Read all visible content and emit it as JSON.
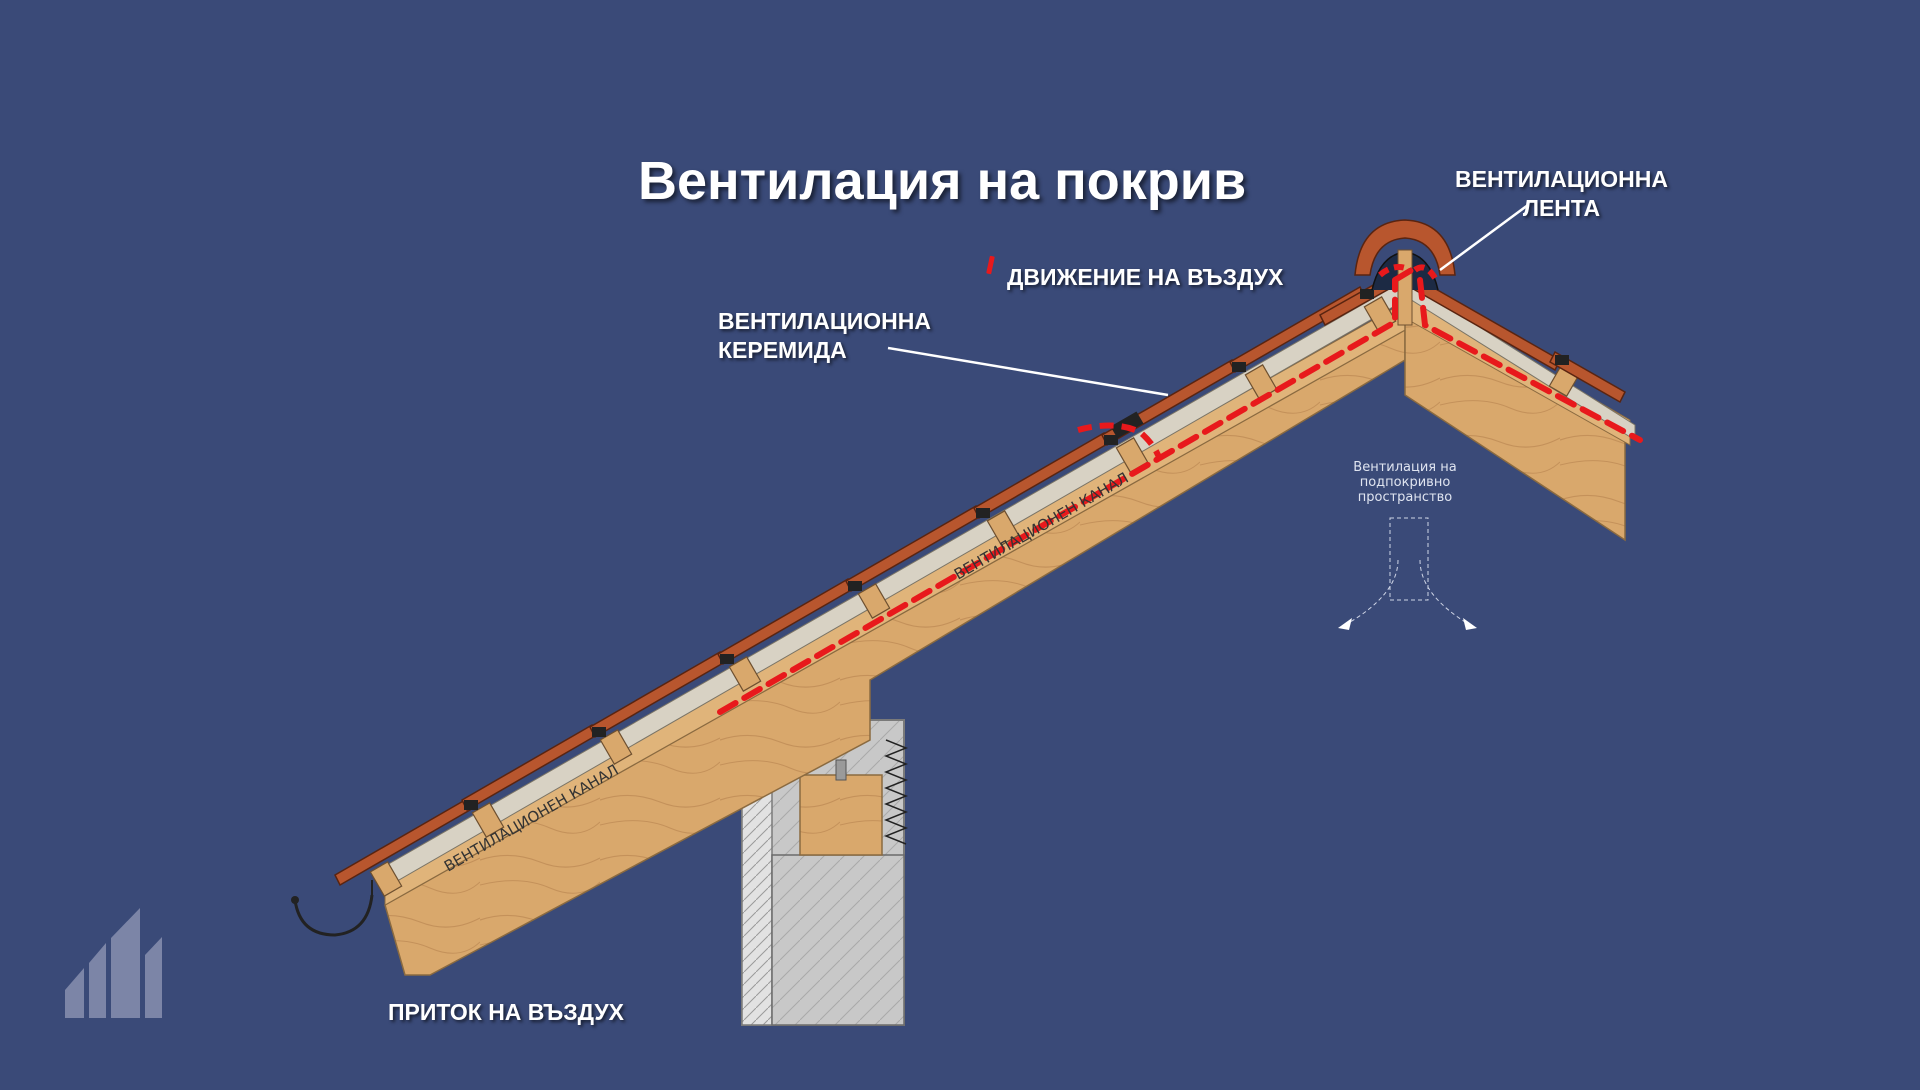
{
  "title": "Вентилация на покрив",
  "labels": {
    "ridge_line1": "ВЕНТИЛАЦИОННА",
    "ridge_line2": "ЛЕНТА",
    "air_movement": "ДВИЖЕНИЕ НА ВЪЗДУХ",
    "tile_line1": "ВЕНТИЛАЦИОННА",
    "tile_line2": "КЕРЕМИДА",
    "intake": "ПРИТОК НА ВЪЗДУХ",
    "channel": "ВЕНТИЛАЦИОНЕН КАНАЛ",
    "attic_line1": "Вентилация на",
    "attic_line2": "подпокривно",
    "attic_line3": "пространство"
  },
  "colors": {
    "background": "#3a4a78",
    "tile": "#b8562e",
    "wood": "#d9a86c",
    "airflow": "#e8191c",
    "membrane": "#d8d2c4"
  },
  "icons": {
    "logo": "building-bars-logo"
  }
}
